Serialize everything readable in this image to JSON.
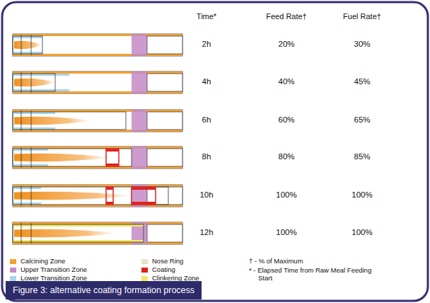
{
  "diagram": {
    "caption": "Figure 3: alternative coating formation process",
    "labels": [
      "Time*",
      "Feed Rate†",
      "Fuel Rate†",
      "2h",
      "20%",
      "30%",
      "4h",
      "40%",
      "45%",
      "6h",
      "60%",
      "65%",
      "8h",
      "80%",
      "85%",
      "10h",
      "100%",
      "100%",
      "12h",
      "100%",
      "100%",
      "† - % of Maximum",
      "* - Elapsed Time from Raw Meal Feeding Start"
    ],
    "legend": [
      {
        "text": "Calcining Zone",
        "color": "#f2a234"
      },
      {
        "text": "Upper Transition Zone",
        "color": "#c68ac6"
      },
      {
        "text": "Lower Transition Zone",
        "color": "#a9d6ee"
      },
      {
        "text": "Nose Ring",
        "color": "#e9e2c4"
      },
      {
        "text": "Coating",
        "color": "#e0201c"
      },
      {
        "text": "Clinkering Zone",
        "color": "#f2e766"
      }
    ]
  }
}
